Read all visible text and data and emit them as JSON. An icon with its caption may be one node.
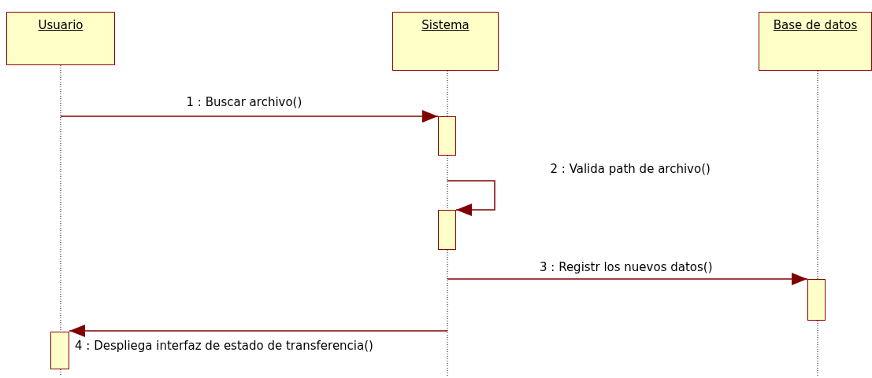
{
  "diagram": {
    "nodes": [
      {
        "text": [
          "Usuario"
        ]
      },
      {
        "text": [
          "Sistema"
        ]
      },
      {
        "text": [
          "Base de datos"
        ]
      },
      {
        "text": [],
        "shape": "bar"
      },
      {
        "text": [],
        "shape": "bar"
      },
      {
        "text": [],
        "shape": "bar"
      },
      {
        "text": [],
        "shape": "bar"
      }
    ],
    "edges": [
      {
        "from": null,
        "to": 3,
        "arrow": "to",
        "label": "1 : Buscar archivo()"
      },
      {
        "from": null,
        "to": 4,
        "arrow": "to",
        "label": "2 : Valida path de archivo()"
      },
      {
        "from": null,
        "to": 5,
        "arrow": "to",
        "label": "3 : Registr los nuevos datos()"
      },
      {
        "from": null,
        "to": 6,
        "arrow": "to",
        "label": "4 : Despliega interfaz de estado de transferencia()"
      }
    ]
  }
}
